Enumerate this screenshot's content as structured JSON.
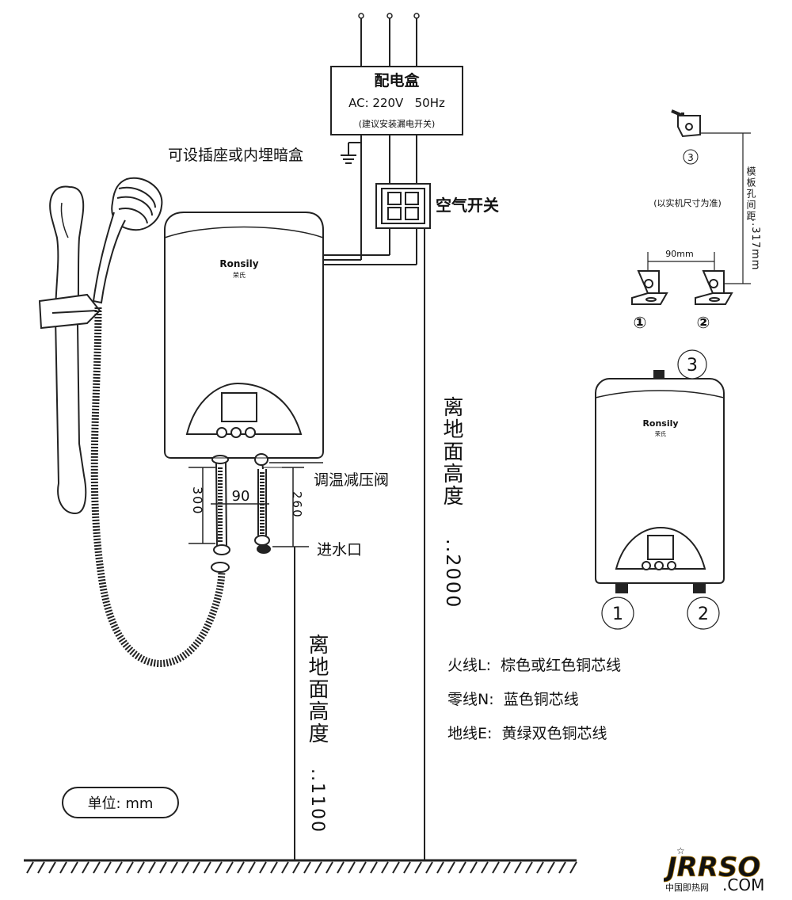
{
  "power_box": {
    "title": "配电盒",
    "spec": "AC: 220V   50Hz",
    "note": "(建议安装漏电开关)"
  },
  "socket_label": "可设插座或内埋暗盒",
  "air_switch_label": "空气开关",
  "brand": {
    "en": "Ronsily",
    "cn": "荣氏"
  },
  "valve_label": "调温减压阀",
  "inlet_label": "进水口",
  "dimensions": {
    "d300": "300",
    "d90": "90",
    "d260": "260"
  },
  "height_2000": {
    "label": "离地面高度",
    "value": "..2000"
  },
  "height_1100": {
    "label": "离地面高度",
    "value": "..1100"
  },
  "bracket": {
    "note": "(以实机尺寸为准)",
    "spacing": "90mm",
    "hole_label": "模板孔间距",
    "hole_value": "..317mm",
    "n1": "①",
    "n2": "②",
    "n3": "③"
  },
  "heater_markers": {
    "m1": "1",
    "m2": "2",
    "m3": "3"
  },
  "wires": {
    "live": "火线L:  棕色或红色铜芯线",
    "neutral": "零线N:  蓝色铜芯线",
    "earth": "地线E:  黄绿双色铜芯线"
  },
  "unit": "单位: mm",
  "watermark": {
    "logo": "JRRSO",
    "cn": "中国即热网",
    "com": ".COM"
  }
}
